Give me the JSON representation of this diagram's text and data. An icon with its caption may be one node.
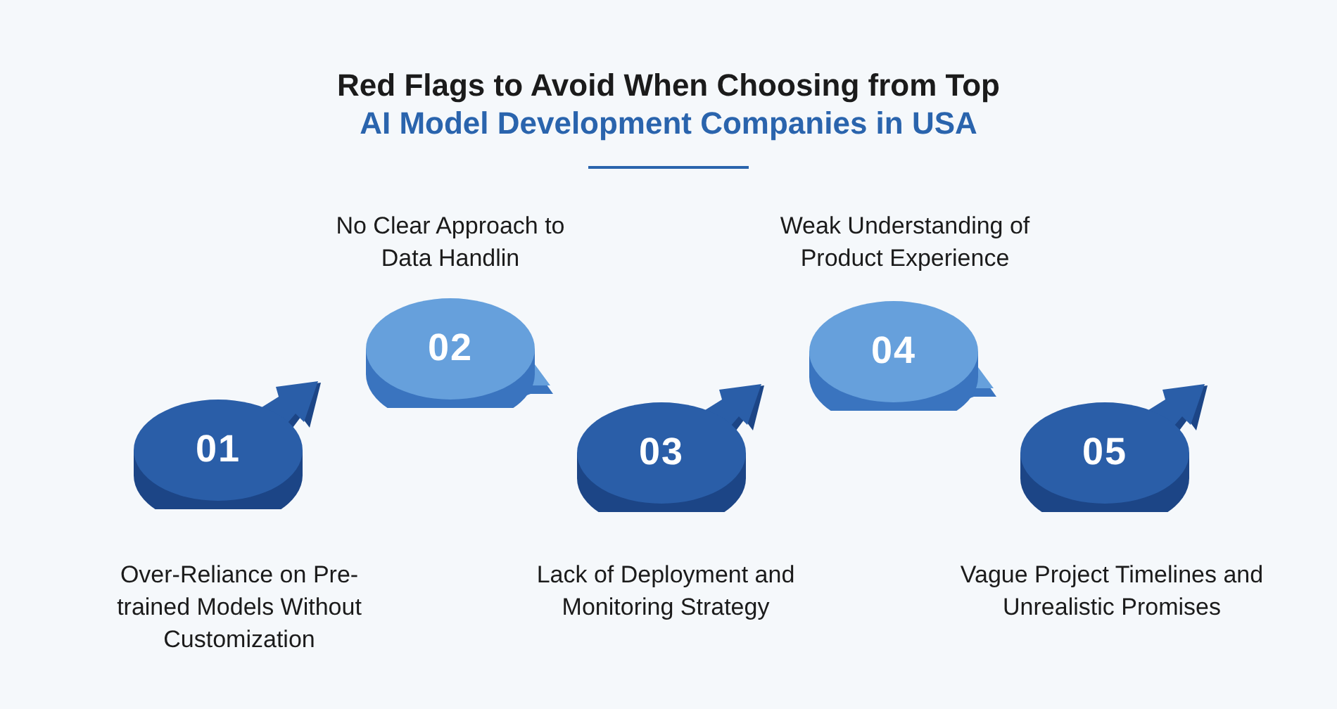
{
  "diagram": {
    "title": "Red Flags to Avoid When Choosing from Top",
    "nodes": [
      {
        "text": [
          "01"
        ],
        "beside": [
          "Over-Reliance on Pre-trained Models Without Customization"
        ]
      },
      {
        "text": [
          "02"
        ],
        "beside": [
          "No Clear Approach to Data Handlin"
        ]
      },
      {
        "text": [
          "03"
        ],
        "beside": [
          "Lack of Deployment and Monitoring Strategy"
        ]
      },
      {
        "text": [
          "04"
        ],
        "beside": [
          "Weak Understanding of Product Experience"
        ]
      },
      {
        "text": [
          "05"
        ],
        "beside": [
          "Vague Project Timelines and Unrealistic Promises"
        ]
      }
    ],
    "labels": [
      "AI Model Development Companies in USA"
    ]
  }
}
